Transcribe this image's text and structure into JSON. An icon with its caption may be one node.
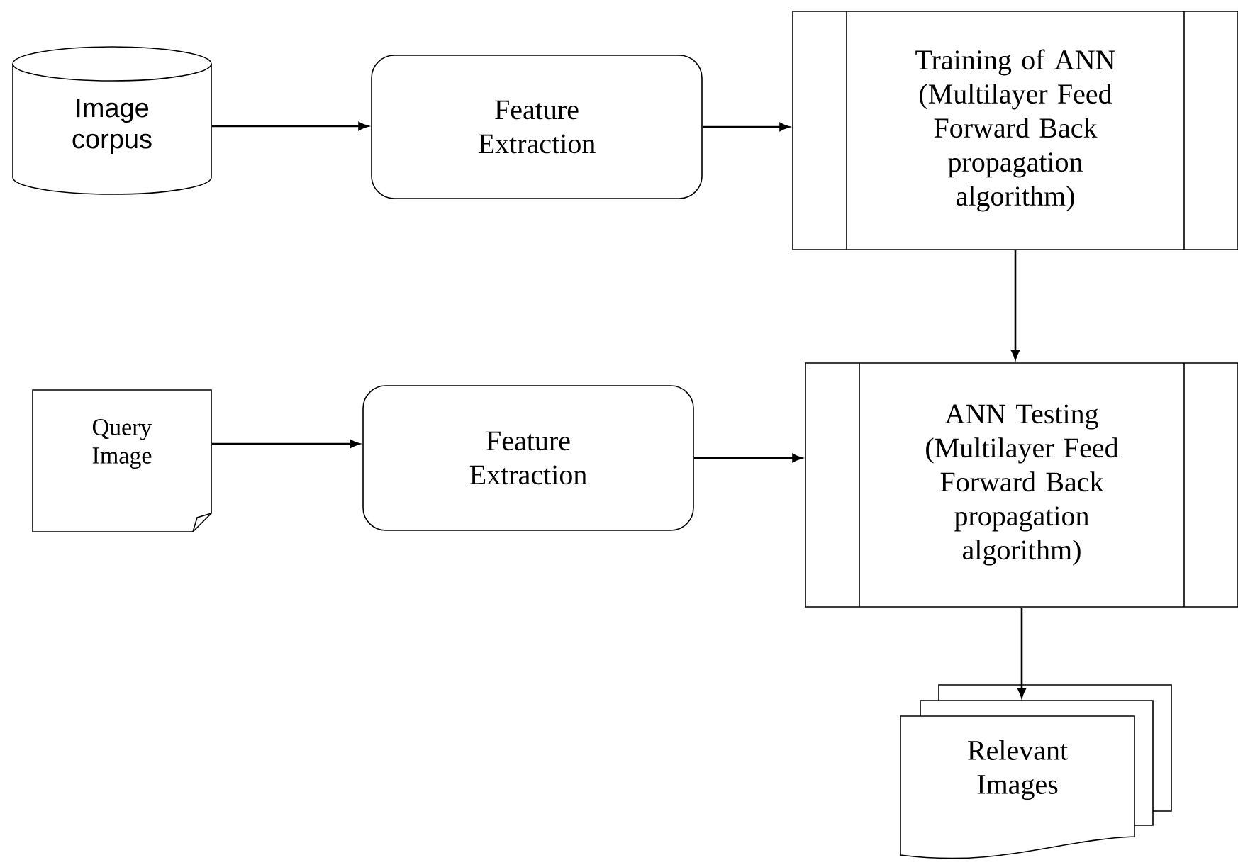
{
  "diagram": {
    "nodes": [
      {
        "text": [
          "Image corpus"
        ]
      },
      {
        "text": [
          "Feature Extraction"
        ]
      },
      {
        "text": [
          "Training of ANN (Multilayer Feed Forward Back propagation algorithm)"
        ]
      },
      {
        "text": [
          "Query Image"
        ]
      },
      {
        "text": [
          "Feature Extraction"
        ]
      },
      {
        "text": [
          "ANN Testing (Multilayer Feed Forward Back propagation algorithm)"
        ]
      },
      {
        "text": [
          "Relevant Images"
        ]
      }
    ],
    "edges": [
      {
        "from": 0,
        "to": 1,
        "arrow": "to"
      },
      {
        "from": 1,
        "to": 2,
        "arrow": "to"
      },
      {
        "from": 2,
        "to": 5,
        "arrow": "to"
      },
      {
        "from": 3,
        "to": 4,
        "arrow": "to"
      },
      {
        "from": 4,
        "to": 5,
        "arrow": "to"
      },
      {
        "from": 5,
        "to": 6,
        "arrow": "to"
      }
    ]
  }
}
